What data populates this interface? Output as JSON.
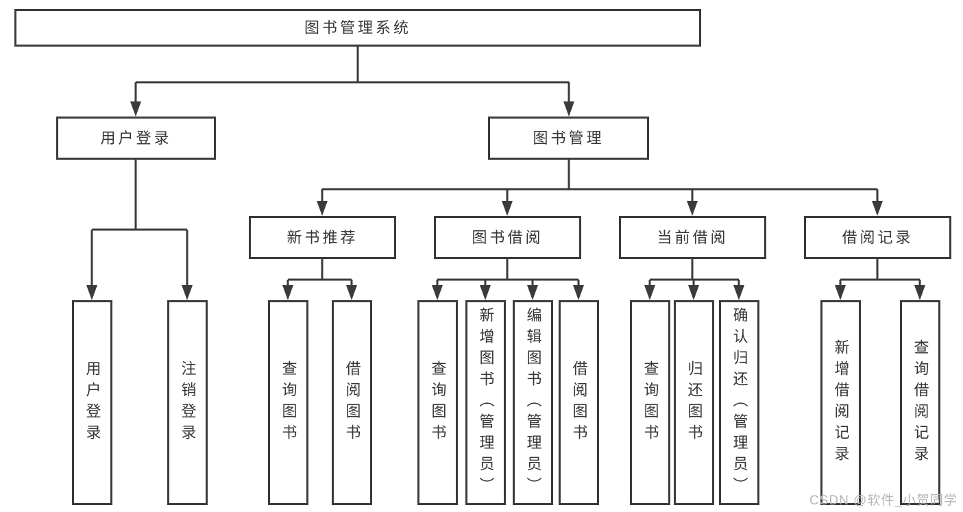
{
  "diagram": {
    "title": "图书管理系统",
    "children": [
      {
        "label": "用户登录",
        "children": [
          {
            "label": "用户登录"
          },
          {
            "label": "注销登录"
          }
        ]
      },
      {
        "label": "图书管理",
        "children": [
          {
            "label": "新书推荐",
            "children": [
              {
                "label": "查询图书"
              },
              {
                "label": "借阅图书"
              }
            ]
          },
          {
            "label": "图书借阅",
            "children": [
              {
                "label": "查询图书"
              },
              {
                "label": "新增图书（管理员）"
              },
              {
                "label": "编辑图书（管理员）"
              },
              {
                "label": "借阅图书"
              }
            ]
          },
          {
            "label": "当前借阅",
            "children": [
              {
                "label": "查询图书"
              },
              {
                "label": "归还图书"
              },
              {
                "label": "确认归还（管理员）"
              }
            ]
          },
          {
            "label": "借阅记录",
            "children": [
              {
                "label": "新增借阅记录"
              },
              {
                "label": "查询借阅记录"
              }
            ]
          }
        ]
      }
    ]
  },
  "watermark": {
    "text": "CSDN @软件_小贺同学"
  },
  "colors": {
    "line": "#3b3b3b",
    "box_border": "#3b3b3b",
    "box_fill": "#ffffff",
    "text": "#373737",
    "background": "#ffffff",
    "watermark": "#b5b5b5"
  }
}
